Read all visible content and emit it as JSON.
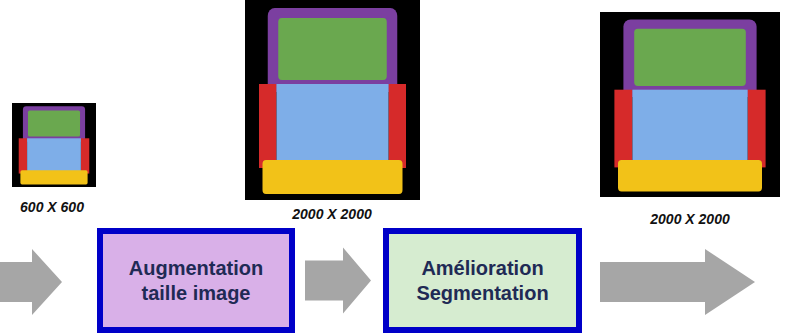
{
  "diagram": {
    "nodes": [
      {
        "text": [
          "Augmentation taille image"
        ]
      },
      {
        "text": [
          "Amélioration Segmentation"
        ]
      }
    ],
    "edges": [
      {
        "from": 0,
        "to": 1,
        "arrow": "to"
      }
    ],
    "labels": [
      "600 X 600",
      "2000 X 2000",
      "2000 X 2000"
    ]
  }
}
